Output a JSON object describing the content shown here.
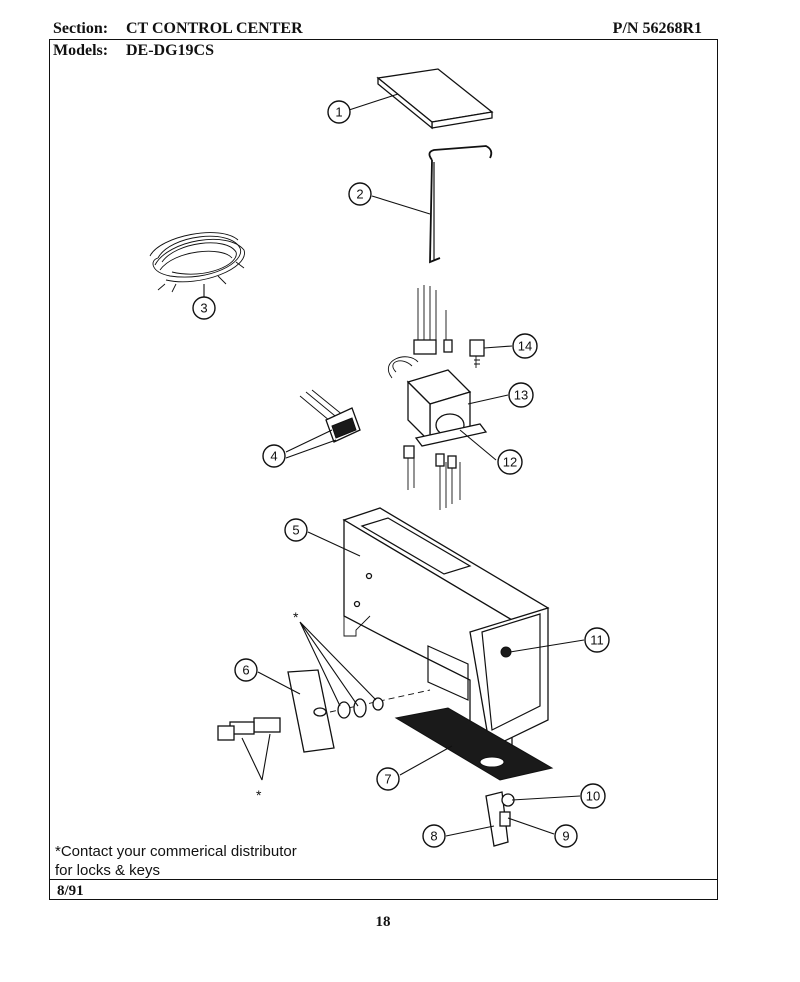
{
  "header": {
    "section_label": "Section:",
    "section_value": "CT CONTROL CENTER",
    "part_number": "P/N 56268R1"
  },
  "models": {
    "label": "Models:",
    "value": "DE-DG19CS"
  },
  "callouts": [
    "1",
    "2",
    "3",
    "4",
    "5",
    "6",
    "7",
    "8",
    "9",
    "10",
    "11",
    "12",
    "13",
    "14"
  ],
  "asterisk": "*",
  "note": {
    "line1": "*Contact your commerical distributor",
    "line2": "for locks & keys"
  },
  "footer": {
    "date": "8/91",
    "page": "18"
  }
}
